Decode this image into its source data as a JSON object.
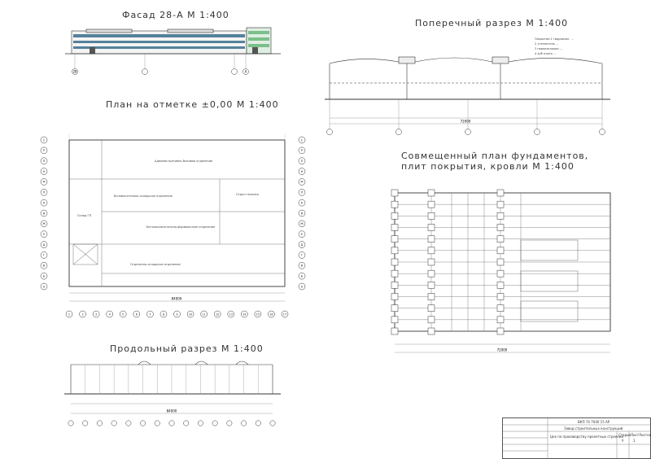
{
  "views": {
    "facade_title": "Фасад 28-А М 1:400",
    "section_cross_title": "Поперечный разрез М 1:400",
    "plan_title": "План на отметке ±0,00 М 1:400",
    "foundation_title_line1": "Совмещенный план фундаментов,",
    "foundation_title_line2": "плит покрытия, кровли М 1:400",
    "section_long_title": "Продольный разрез М 1:400"
  },
  "grid_labels": {
    "facade_axes": [
      "28",
      "А"
    ],
    "plan_rows": [
      "А",
      "Б",
      "В",
      "Г",
      "Д",
      "Е",
      "Ж",
      "И",
      "К",
      "Л",
      "М",
      "Н",
      "П",
      "Р",
      "С"
    ],
    "plan_cols": [
      "1",
      "2",
      "3",
      "4",
      "5",
      "6",
      "7",
      "8",
      "9",
      "10",
      "11",
      "12",
      "13",
      "14",
      "15",
      "16",
      "17"
    ]
  },
  "dimensions": {
    "plan_total": "84000",
    "cross_total": "72000",
    "foundation_total": "72000",
    "long_total": "84000"
  },
  "stamp": {
    "code": "ВКП 74 7040 15 АР",
    "org": "Завод строительных конструкций",
    "project": "Цех по производству пролетных строений",
    "sheet_label": "Лист",
    "sheets_label": "Листов",
    "stage_label": "Стадия",
    "sheet_no": "1",
    "stage": "У"
  },
  "colors": {
    "line": "#333333",
    "facade_glass": "#3a6e8c",
    "facade_green": "#7bbf8a",
    "grid": "#888888"
  }
}
